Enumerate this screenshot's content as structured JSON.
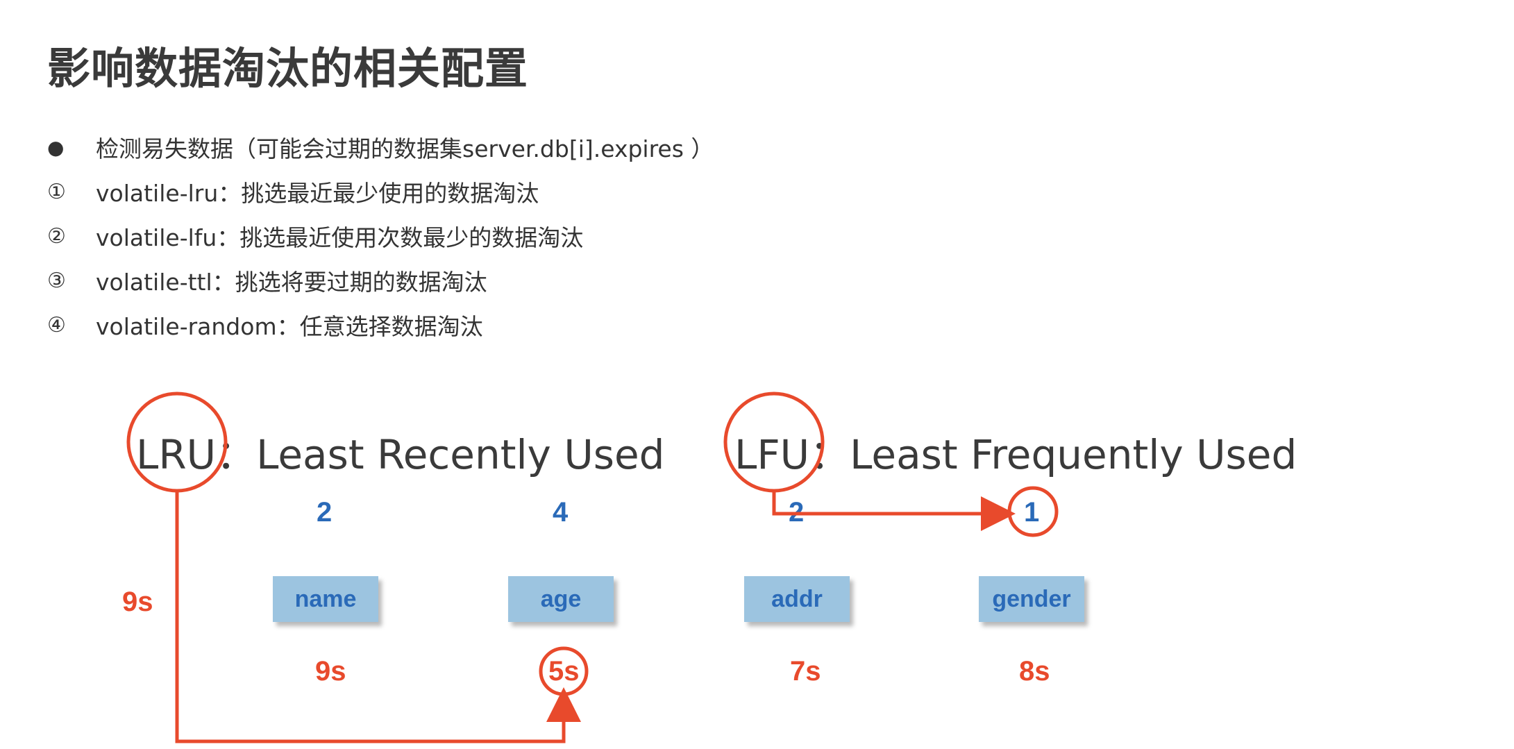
{
  "title": "影响数据淘汰的相关配置",
  "bullets": {
    "intro": "检测易失数据（可能会过期的数据集server.db[i].expires ）",
    "intro_marker": "●",
    "items": [
      {
        "marker": "①",
        "text": "volatile-lru：挑选最近最少使用的数据淘汰"
      },
      {
        "marker": "②",
        "text": "volatile-lfu：挑选最近使用次数最少的数据淘汰"
      },
      {
        "marker": "③",
        "text": "volatile-ttl：挑选将要过期的数据淘汰"
      },
      {
        "marker": "④",
        "text": "volatile-random：任意选择数据淘汰"
      }
    ]
  },
  "diagram": {
    "lru_abbr": "LRU",
    "lru_full": "：Least Recently Used",
    "lfu_abbr": "LFU",
    "lfu_full": "：Least Frequently Used",
    "lru_time": "9s",
    "keys": [
      {
        "name": "name",
        "count": "2",
        "time": "9s"
      },
      {
        "name": "age",
        "count": "4",
        "time": "5s"
      },
      {
        "name": "addr",
        "count": "2",
        "time": "7s"
      },
      {
        "name": "gender",
        "count": "1",
        "time": "8s"
      }
    ],
    "colors": {
      "accent_red": "#e84a2c",
      "accent_blue": "#2a6ab8",
      "box_fill": "#9cc4e0"
    }
  }
}
